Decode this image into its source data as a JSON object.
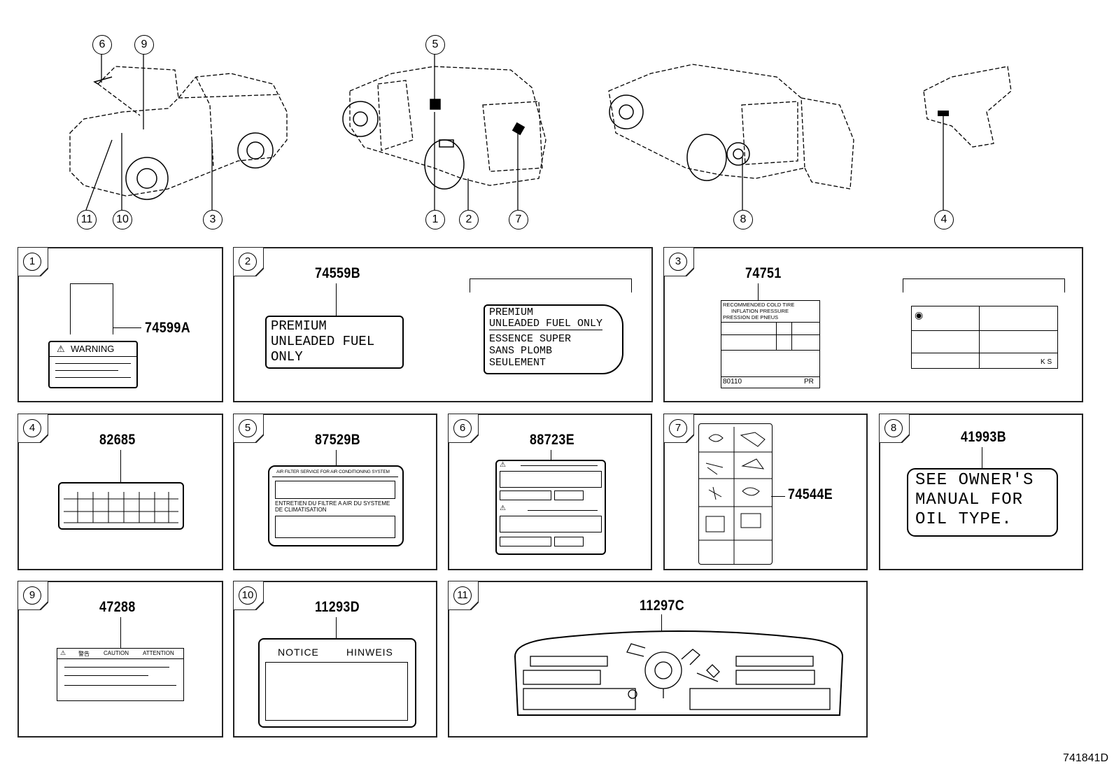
{
  "callouts": [
    "6",
    "9",
    "5",
    "11",
    "10",
    "3",
    "1",
    "2",
    "7",
    "8",
    "4"
  ],
  "panels": {
    "p1": {
      "num": "1",
      "part": "74599A",
      "warning": "WARNING"
    },
    "p2": {
      "num": "2",
      "part": "74559B",
      "label_us": [
        "PREMIUM",
        "UNLEADED FUEL",
        "ONLY"
      ],
      "label_ca": [
        "PREMIUM",
        "UNLEADED FUEL ONLY",
        "ESSENCE SUPER",
        "SANS PLOMB",
        "SEULEMENT"
      ]
    },
    "p3": {
      "num": "3",
      "part": "74751",
      "line1": "RECOMMENDED COLD TIRE",
      "line2": "INFLATION PRESSURE",
      "line3": "PRESSION DE PNEUS",
      "foot_left": "80110",
      "foot_right": "PR",
      "ks": "K S"
    },
    "p4": {
      "num": "4",
      "part": "82685"
    },
    "p5": {
      "num": "5",
      "part": "87529B",
      "head": "AIR FILTER SERVICE FOR AIR CONDITIONING SYSTEM",
      "fr1": "ENTRETIEN DU FILTRE A AIR DU SYSTEME",
      "fr2": "DE CLIMATISATION"
    },
    "p6": {
      "num": "6",
      "part": "88723E"
    },
    "p7": {
      "num": "7",
      "part": "74544E"
    },
    "p8": {
      "num": "8",
      "part": "41993B",
      "lines": [
        "SEE OWNER'S",
        "MANUAL FOR",
        "OIL TYPE."
      ]
    },
    "p9": {
      "num": "9",
      "part": "47288",
      "caution": "CAUTION",
      "attention": "ATTENTION",
      "kanji": "警告"
    },
    "p10": {
      "num": "10",
      "part": "11293D",
      "notice": "NOTICE",
      "hinweis": "HINWEIS"
    },
    "p11": {
      "num": "11",
      "part": "11297C"
    }
  },
  "diagram_id": "741841D"
}
